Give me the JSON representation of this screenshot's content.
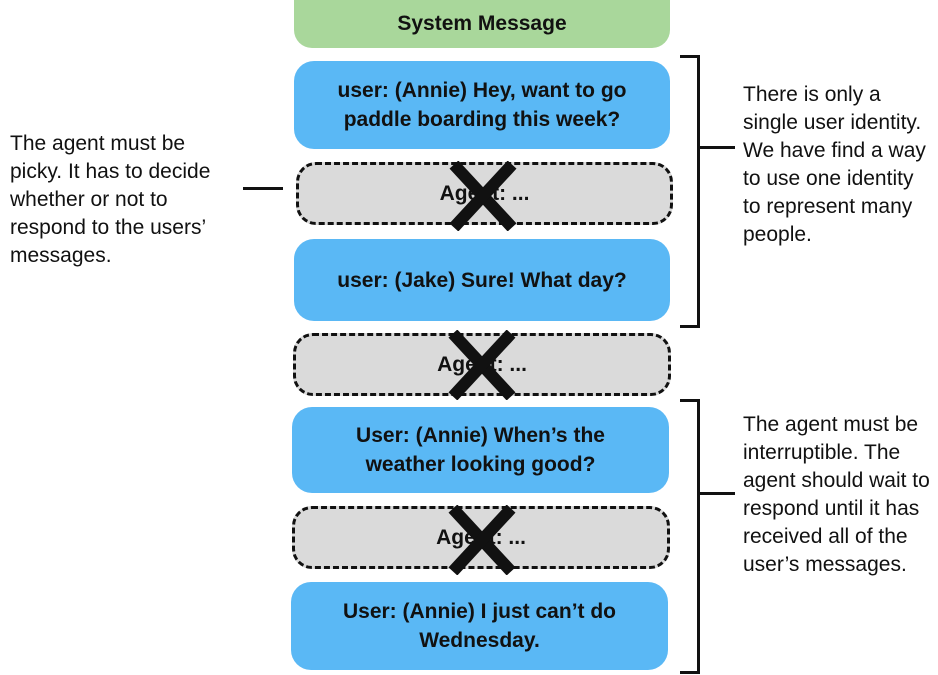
{
  "system": {
    "label": "System Message"
  },
  "messages": [
    {
      "kind": "user",
      "text": "user: (Annie) Hey, want to go paddle boarding this week?"
    },
    {
      "kind": "agent",
      "text": "Agent: ..."
    },
    {
      "kind": "user",
      "text": "user: (Jake) Sure! What day?"
    },
    {
      "kind": "agent",
      "text": "Agent: ..."
    },
    {
      "kind": "user",
      "text": "User: (Annie) When’s the weather looking good?"
    },
    {
      "kind": "agent",
      "text": "Agent: ..."
    },
    {
      "kind": "user",
      "text": "User: (Annie) I just can’t do Wednesday."
    }
  ],
  "notes": {
    "left": "The agent must be picky. It has to decide whether or not to respond to the users’ messages.",
    "right_top": "There is only a single user identity. We have find a way to use one identity to represent many people.",
    "right_bottom": "The agent must be interruptible. The agent should wait to respond until it has received all of the user’s messages."
  },
  "colors": {
    "system": "#a9d79b",
    "user": "#5ab8f5",
    "agent": "#dadada",
    "cross": "#111111"
  },
  "icons": {
    "cross": "x-mark-icon"
  }
}
